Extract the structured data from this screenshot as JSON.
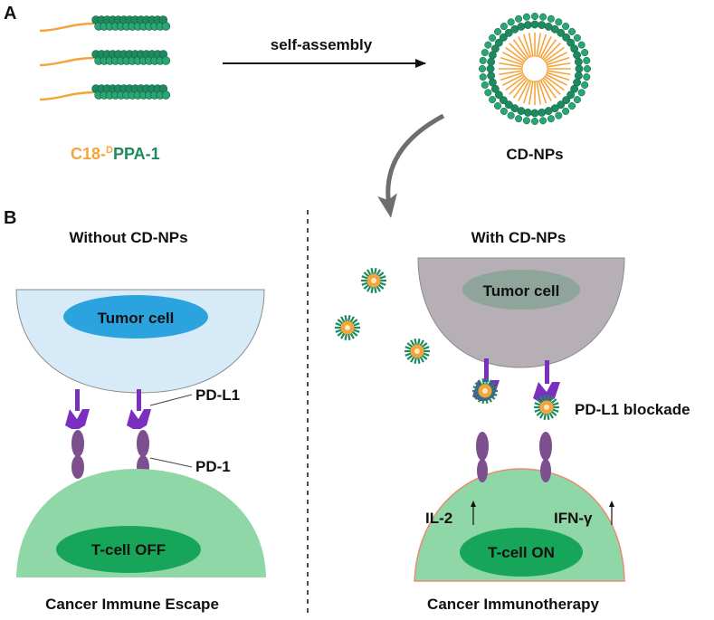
{
  "panel_a": {
    "label": "A",
    "molecule_prefix": "C18-",
    "molecule_superscript": "D",
    "molecule_suffix": "PPA-1",
    "arrow_label": "self-assembly",
    "nanoparticle_label": "CD-NPs"
  },
  "panel_b": {
    "label": "B",
    "left": {
      "title": "Without CD-NPs",
      "tumor_label": "Tumor cell",
      "pdl1_label": "PD-L1",
      "pd1_label": "PD-1",
      "tcell_label": "T-cell OFF",
      "caption": "Cancer Immune Escape"
    },
    "right": {
      "title": "With CD-NPs",
      "tumor_label": "Tumor cell",
      "blockade_label": "PD-L1 blockade",
      "il2_label": "IL-2",
      "ifn_label": "IFN-γ",
      "tcell_label": "T-cell ON",
      "caption": "Cancer Immunotherapy"
    }
  },
  "colors": {
    "orange": "#f5a43c",
    "green_peptide": "#1e8a5e",
    "tumor_left": "#d6ebf7",
    "tumor_left_nucleus": "#2aa3df",
    "tumor_right": "#b6b0b6",
    "tumor_right_nucleus": "#8fa49a",
    "tcell": "#8fd7a6",
    "tcell_nucleus": "#17a55a",
    "tcell_on_border": "#e88c73",
    "pdl1": "#7b2fbf",
    "pd1": "#7d4f8e"
  }
}
